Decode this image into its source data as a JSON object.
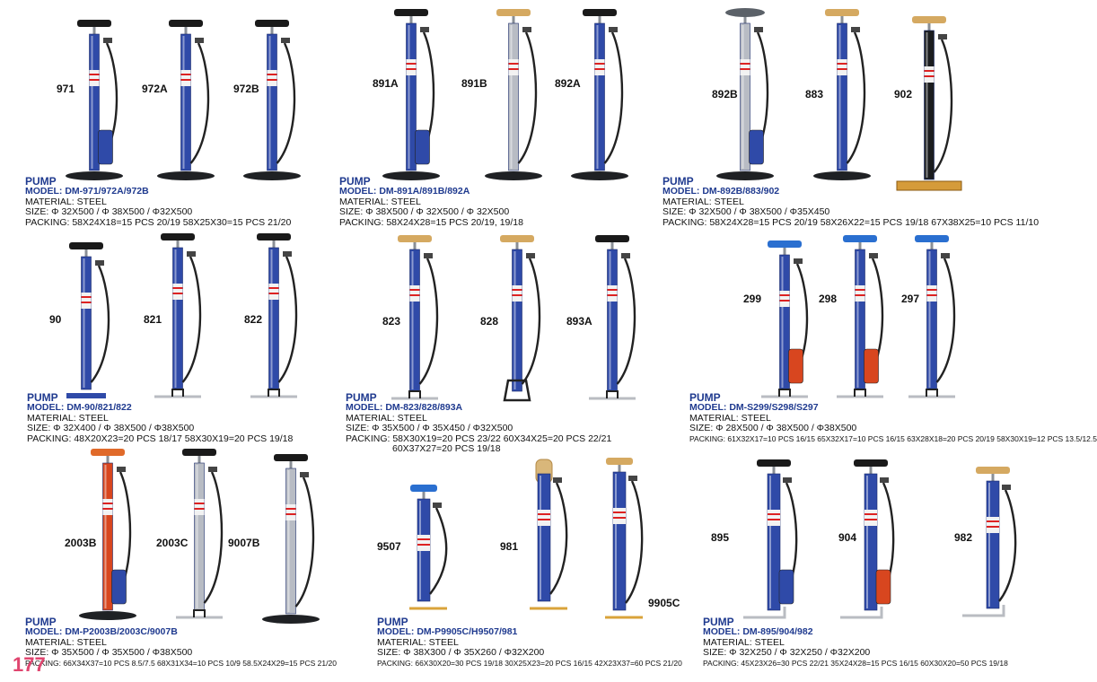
{
  "page_number": "177",
  "colors": {
    "model_blue": "#1f3a8f",
    "page_pink": "#e0456f",
    "pump_blue": "#2f4aa8",
    "pump_red": "#d8461f"
  },
  "panels": [
    {
      "labels": [
        "971",
        "972A",
        "972B"
      ],
      "title": "PUMP",
      "model": "MODEL: DM-971/972A/972B",
      "material": "MATERIAL: STEEL",
      "size": "SIZE: Φ 32X500 / Φ 38X500 / Φ32X500",
      "packing": [
        "PACKING: 58X24X18=15 PCS  20/19    58X25X30=15 PCS  21/20"
      ]
    },
    {
      "labels": [
        "891A",
        "891B",
        "892A"
      ],
      "title": "PUMP",
      "model": "MODEL: DM-891A/891B/892A",
      "material": "MATERIAL: STEEL",
      "size": "SIZE: Φ 38X500 / Φ 32X500 / Φ 32X500",
      "packing": [
        "PACKING: 58X24X28=15 PCS  20/19,  19/18"
      ]
    },
    {
      "labels": [
        "892B",
        "883",
        "902"
      ],
      "title": "PUMP",
      "model": "MODEL: DM-892B/883/902",
      "material": "MATERIAL: STEEL",
      "size": "SIZE: Φ 32X500 / Φ 38X500 / Φ35X450",
      "packing": [
        "PACKING: 58X24X28=15 PCS  20/19    58X26X22=15 PCS  19/18   67X38X25=10 PCS  11/10"
      ]
    },
    {
      "labels": [
        "90",
        "821",
        "822"
      ],
      "title": "PUMP",
      "model": "MODEL: DM-90/821/822",
      "material": "MATERIAL: STEEL",
      "size": "SIZE: Φ 32X400 / Φ 38X500 / Φ38X500",
      "packing": [
        "PACKING: 48X20X23=20 PCS  18/17   58X30X19=20 PCS  19/18"
      ]
    },
    {
      "labels": [
        "823",
        "828",
        "893A"
      ],
      "title": "PUMP",
      "model": "MODEL: DM-823/828/893A",
      "material": "MATERIAL: STEEL",
      "size": "SIZE: Φ 35X500 / Φ 35X450 / Φ32X500",
      "packing": [
        "PACKING: 58X30X19=20 PCS  23/22   60X34X25=20 PCS  22/21",
        "60X37X27=20 PCS  19/18"
      ]
    },
    {
      "labels": [
        "299",
        "298",
        "297"
      ],
      "title": "PUMP",
      "model": "MODEL: DM-S299/S298/S297",
      "material": "MATERIAL: STEEL",
      "size": "SIZE: Φ 28X500 / Φ 38X500 / Φ38X500",
      "packing": [
        "PACKING: 61X32X17=10 PCS  16/15   65X32X17=10 PCS  16/15   63X28X18=20 PCS  20/19   58X30X19=12 PCS  13.5/12.5"
      ]
    },
    {
      "labels": [
        "2003B",
        "2003C",
        "9007B"
      ],
      "title": "PUMP",
      "model": "MODEL: DM-P2003B/2003C/9007B",
      "material": "MATERIAL: STEEL",
      "size": "SIZE: Φ 35X500 / Φ 35X500 / Φ38X500",
      "packing": [
        "PACKING: 66X34X37=10 PCS  8.5/7.5   68X31X34=10 PCS  10/9   58.5X24X29=15 PCS  21/20"
      ]
    },
    {
      "labels": [
        "9507",
        "981",
        "9905C"
      ],
      "title": "PUMP",
      "model": "MODEL: DM-P9905C/H9507/981",
      "material": "MATERIAL: STEEL",
      "size": "SIZE: Φ 38X300 / Φ 35X260 / Φ32X200",
      "packing": [
        "PACKING: 66X30X20=30 PCS  19/18    30X25X23=20 PCS  16/15    42X23X37=60 PCS  21/20"
      ]
    },
    {
      "labels": [
        "895",
        "904",
        "982"
      ],
      "title": "PUMP",
      "model": "MODEL: DM-895/904/982",
      "material": "MATERIAL: STEEL",
      "size": "SIZE: Φ 32X250 / Φ 32X250 / Φ32X200",
      "packing": [
        "PACKING: 45X23X26=30 PCS  22/21    35X24X28=15 PCS  16/15    60X30X20=50 PCS  19/18"
      ]
    }
  ]
}
